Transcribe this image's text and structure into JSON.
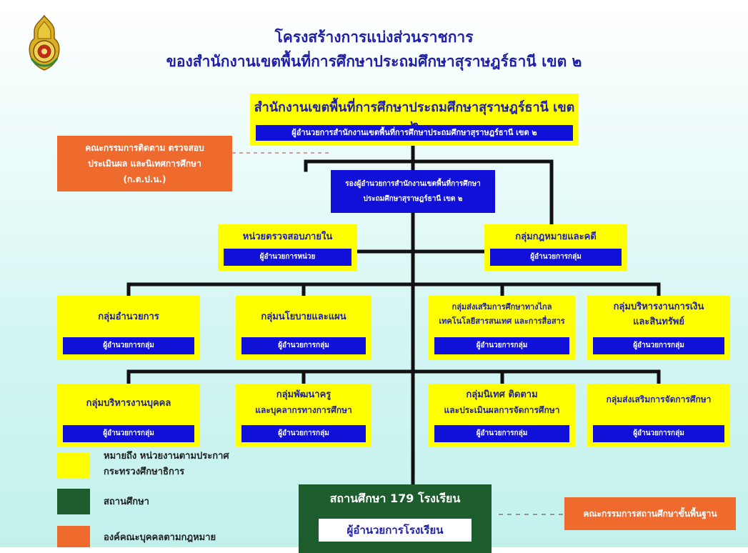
{
  "header": {
    "title_line1": "โครงสร้างการแบ่งส่วนราชการ",
    "title_line2": "ของสำนักงานเขตพื้นที่การศึกษาประถมศึกษาสุราษฎร์ธานี เขต ๒"
  },
  "colors": {
    "title": "#1f1fa8",
    "yellow_box": "#ffff00",
    "blue_bar": "#1010d8",
    "orange_box": "#ef6a2d",
    "green_box": "#1d5c2c",
    "lines": "#111111"
  },
  "top": {
    "name": "สำนักงานเขตพื้นที่การศึกษาประถมศึกษาสุราษฎร์ธานี เขต ๒",
    "head": "ผู้อำนวยการสำนักงานเขตพื้นที่การศึกษาประถมศึกษาสุราษฎร์ธานี เขต ๒"
  },
  "committee": {
    "line1": "คณะกรรมการติดตาม ตรวจสอบ",
    "line2": "ประเมินผล และนิเทศการศึกษา",
    "line3": "(ก.ต.ป.น.)"
  },
  "deputy": {
    "line1": "รองผู้อำนวยการสำนักงานเขตพื้นที่การศึกษา",
    "line2": "ประถมศึกษาสุราษฎร์ธานี เขต ๒"
  },
  "audit_unit": {
    "name": "หน่วยตรวจสอบภายใน",
    "head": "ผู้อำนวยการหน่วย"
  },
  "legal_group": {
    "name": "กลุ่มกฎหมายและคดี",
    "head": "ผู้อำนวยการกลุ่ม"
  },
  "groups_row1": [
    {
      "line1": "กลุ่มอำนวยการ",
      "line2": "",
      "head": "ผู้อำนวยการกลุ่ม"
    },
    {
      "line1": "กลุ่มนโยบายและแผน",
      "line2": "",
      "head": "ผู้อำนวยการกลุ่ม"
    },
    {
      "line1": "กลุ่มส่งเสริมการศึกษาทางไกล",
      "line2": "เทคโนโลยีสารสนเทศ และการสื่อสาร",
      "head": "ผู้อำนวยการกลุ่ม"
    },
    {
      "line1": "กลุ่มบริหารงานการเงิน",
      "line2": "และสินทรัพย์",
      "head": "ผู้อำนวยการกลุ่ม"
    }
  ],
  "groups_row2": [
    {
      "line1": "กลุ่มบริหารงานบุคคล",
      "line2": "",
      "head": "ผู้อำนวยการกลุ่ม"
    },
    {
      "line1": "กลุ่มพัฒนาครู",
      "line2": "และบุคลากรทางการศึกษา",
      "head": "ผู้อำนวยการกลุ่ม"
    },
    {
      "line1": "กลุ่มนิเทศ ติดตาม",
      "line2": "และประเมินผลการจัดการศึกษา",
      "head": "ผู้อำนวยการกลุ่ม"
    },
    {
      "line1": "กลุ่มส่งเสริมการจัดการศึกษา",
      "line2": "",
      "head": "ผู้อำนวยการกลุ่ม"
    }
  ],
  "schools": {
    "name": "สถานศึกษา 179 โรงเรียน",
    "head": "ผู้อำนวยการโรงเรียน"
  },
  "basic_committee": {
    "name": "คณะกรรมการสถานศึกษาขั้นพื้นฐาน"
  },
  "legend": {
    "yellow_line1": "หมายถึง หน่วยงานตามประกาศ",
    "yellow_line2": "กระทรวงศึกษาธิการ",
    "green": "สถานศึกษา",
    "orange": "องค์คณะบุคคลตามกฎหมาย"
  }
}
